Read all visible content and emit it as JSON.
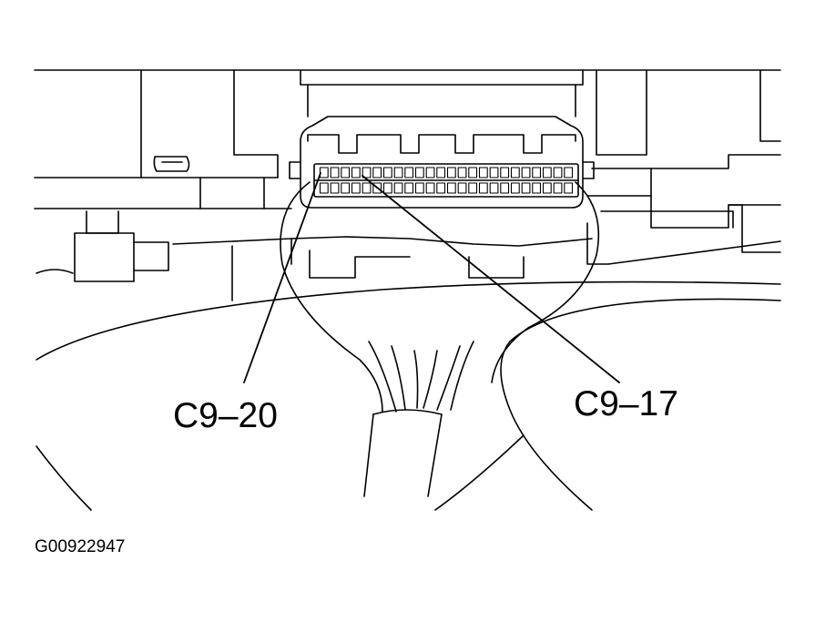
{
  "callouts": {
    "left": "C9–20",
    "right": "C9–17"
  },
  "figure_id": "G00922947",
  "colors": {
    "stroke": "#000000",
    "background": "#ffffff"
  }
}
